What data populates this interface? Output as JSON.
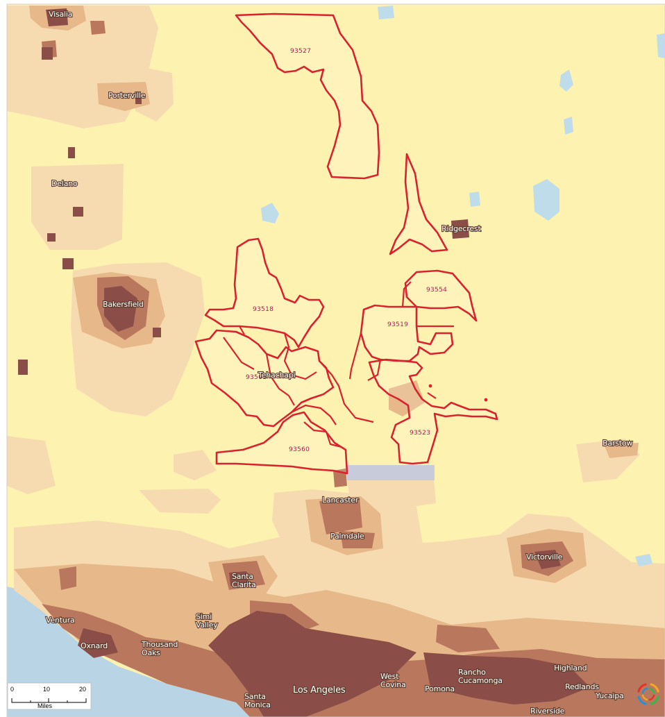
{
  "map": {
    "colors": {
      "background": "#fef2b0",
      "ocean": "#b9d4e4",
      "water": "#bfdcea",
      "density_low": "#f6dbb0",
      "density_mid": "#e7b889",
      "density_high": "#b9785d",
      "density_top": "#8a4d48",
      "zip_outline": "#d8232f",
      "zip_fill": "rgba(255,255,255,0.14)",
      "zip_label": "#b0185a"
    },
    "cities": [
      {
        "id": "visalia",
        "name": "Visalia"
      },
      {
        "id": "porterville",
        "name": "Porterville"
      },
      {
        "id": "delano",
        "name": "Delano"
      },
      {
        "id": "ridgecrest",
        "name": "Ridgecrest"
      },
      {
        "id": "bakersfield",
        "name": "Bakersfield"
      },
      {
        "id": "tehachapi",
        "name": "Tehachapi"
      },
      {
        "id": "barstow",
        "name": "Barstow"
      },
      {
        "id": "lancaster",
        "name": "Lancaster"
      },
      {
        "id": "palmdale",
        "name": "Palmdale"
      },
      {
        "id": "victorville",
        "name": "Victorville"
      },
      {
        "id": "santa-clarita",
        "name": "Santa Clarita"
      },
      {
        "id": "simi-valley",
        "name": "Simi Valley"
      },
      {
        "id": "ventura",
        "name": "Ventura"
      },
      {
        "id": "oxnard",
        "name": "Oxnard"
      },
      {
        "id": "thousand-oaks",
        "name": "Thousand Oaks"
      },
      {
        "id": "los-angeles",
        "name": "Los Angeles"
      },
      {
        "id": "santa-monica",
        "name": "Santa Monica"
      },
      {
        "id": "west-covina",
        "name": "West Covina"
      },
      {
        "id": "pomona",
        "name": "Pomona"
      },
      {
        "id": "rancho-cucamonga",
        "name": "Rancho Cucamonga"
      },
      {
        "id": "highland",
        "name": "Highland"
      },
      {
        "id": "redlands",
        "name": "Redlands"
      },
      {
        "id": "yucaipa",
        "name": "Yucaipa"
      },
      {
        "id": "riverside",
        "name": "Riverside"
      }
    ],
    "zip_areas": [
      {
        "id": "93527",
        "label": "93527"
      },
      {
        "id": "93555",
        "label": ""
      },
      {
        "id": "93518",
        "label": "93518"
      },
      {
        "id": "93561",
        "label": "93561"
      },
      {
        "id": "93560",
        "label": "93560"
      },
      {
        "id": "93554",
        "label": "93554"
      },
      {
        "id": "93519",
        "label": "93519"
      },
      {
        "id": "93523",
        "label": "93523"
      }
    ],
    "scale_bar": {
      "ticks": [
        "0",
        "10",
        "20"
      ],
      "unit": "Miles"
    },
    "logo_icon": "ring-logo-icon"
  }
}
